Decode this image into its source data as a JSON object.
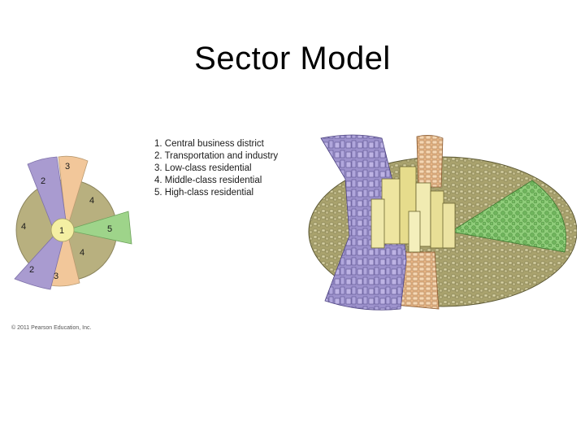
{
  "slide": {
    "title": "Sector Model"
  },
  "legend": {
    "items": [
      "1. Central business district",
      "2. Transportation and industry",
      "3. Low-class residential",
      "4. Middle-class residential",
      "5. High-class residential"
    ]
  },
  "diagram": {
    "labels": {
      "cbd": "1",
      "transport_top": "2",
      "transport_bottom": "2",
      "low_top": "3",
      "low_bottom": "3",
      "middle_upper_right": "4",
      "middle_left": "4",
      "middle_lower_right": "4",
      "high": "5"
    },
    "colors": {
      "cbd": "#f4efa3",
      "transportation": "#a99bd0",
      "low_class": "#f2c79a",
      "middle_class": "#b8b07f",
      "high_class": "#9ed48a"
    }
  },
  "footer": {
    "copyright": "© 2011 Pearson Education, Inc."
  }
}
